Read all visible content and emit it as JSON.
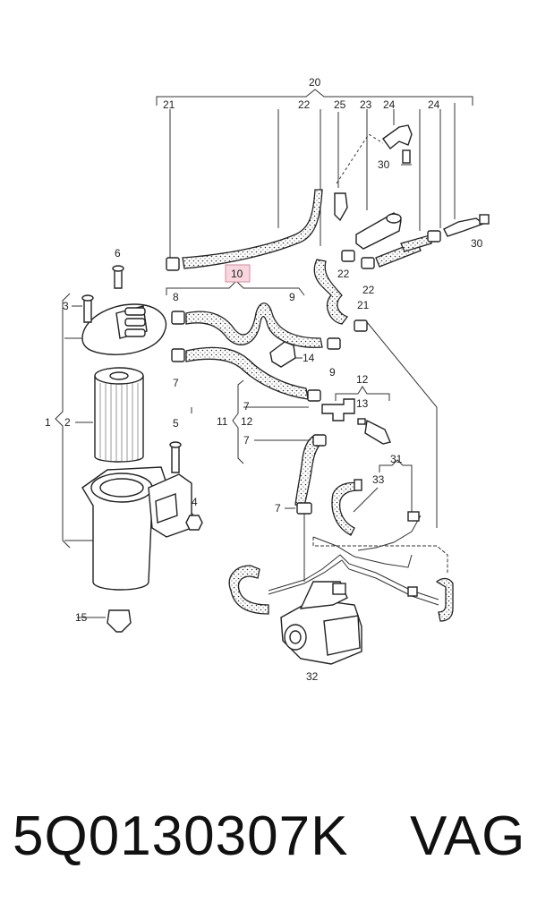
{
  "diagram": {
    "labels": {
      "l20": "20",
      "l21a": "21",
      "l22a": "22",
      "l25": "25",
      "l23": "23",
      "l24a": "24",
      "l24b": "24",
      "l30a": "30",
      "l30b": "30",
      "l22b": "22",
      "l22c": "22",
      "l21b": "21",
      "l10": "10",
      "l6": "6",
      "l3": "3",
      "l8": "8",
      "l9a": "9",
      "l9b": "9",
      "l7a": "7",
      "l14": "14",
      "l12a": "12",
      "l13": "13",
      "l11": "11",
      "l12b": "12",
      "l7b": "7",
      "l7c": "7",
      "l1": "1",
      "l2": "2",
      "l5": "5",
      "l31": "31",
      "l33": "33",
      "l7d": "7",
      "l4": "4",
      "l15": "15",
      "l32": "32"
    },
    "highlight_color": "#f7d6de"
  },
  "caption": {
    "part_number": "5Q0130307K",
    "brand": "VAG"
  }
}
